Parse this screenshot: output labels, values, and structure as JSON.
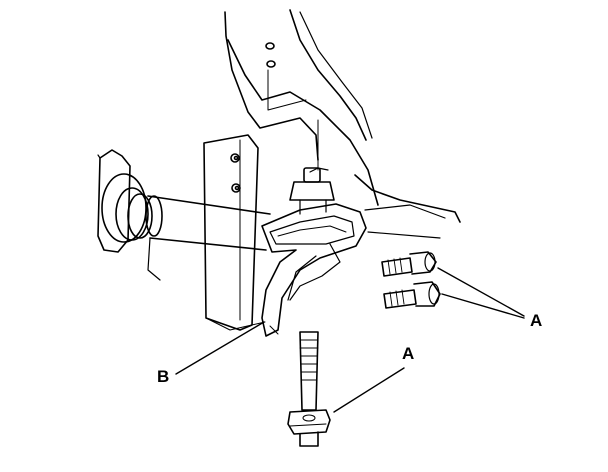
{
  "labels": {
    "a_upper": "A",
    "a_lower": "A",
    "b": "B"
  },
  "colors": {
    "line": "#000000",
    "background": "#ffffff"
  }
}
